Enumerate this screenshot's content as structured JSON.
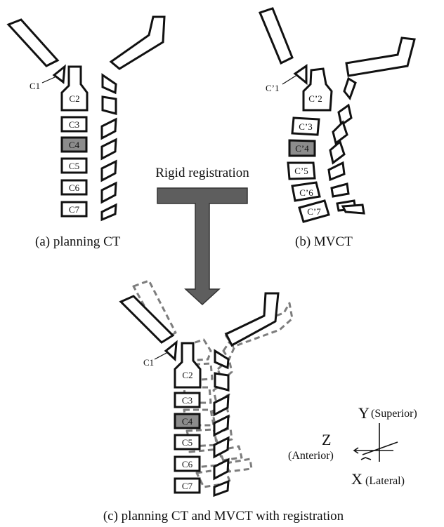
{
  "panels": {
    "a": {
      "caption": "(a) planning CT",
      "c1": "C1",
      "vertebrae": [
        "C2",
        "C3",
        "C4",
        "C5",
        "C6",
        "C7"
      ],
      "highlighted": "C4"
    },
    "b": {
      "caption": "(b) MVCT",
      "c1": "C’1",
      "vertebrae": [
        "C’2",
        "C’3",
        "C’4",
        "C’5",
        "C’6",
        "C’7"
      ],
      "highlighted": "C’4"
    },
    "c": {
      "caption": "(c) planning CT and MVCT with registration",
      "c1": "C1",
      "vertebrae": [
        "C2",
        "C3",
        "C4",
        "C5",
        "C6",
        "C7"
      ],
      "highlighted": "C4"
    }
  },
  "arrow_label": "Rigid registration",
  "axes": {
    "y": "Y",
    "y_dir": "(Superior)",
    "z": "Z",
    "z_dir": "(Anterior)",
    "x": "X",
    "x_dir": "(Lateral)"
  },
  "colors": {
    "outline": "#111111",
    "highlight_fill": "#8c8c8c",
    "arrow_fill": "#5e5e5e",
    "registration_dash": "#7d7d7d"
  }
}
